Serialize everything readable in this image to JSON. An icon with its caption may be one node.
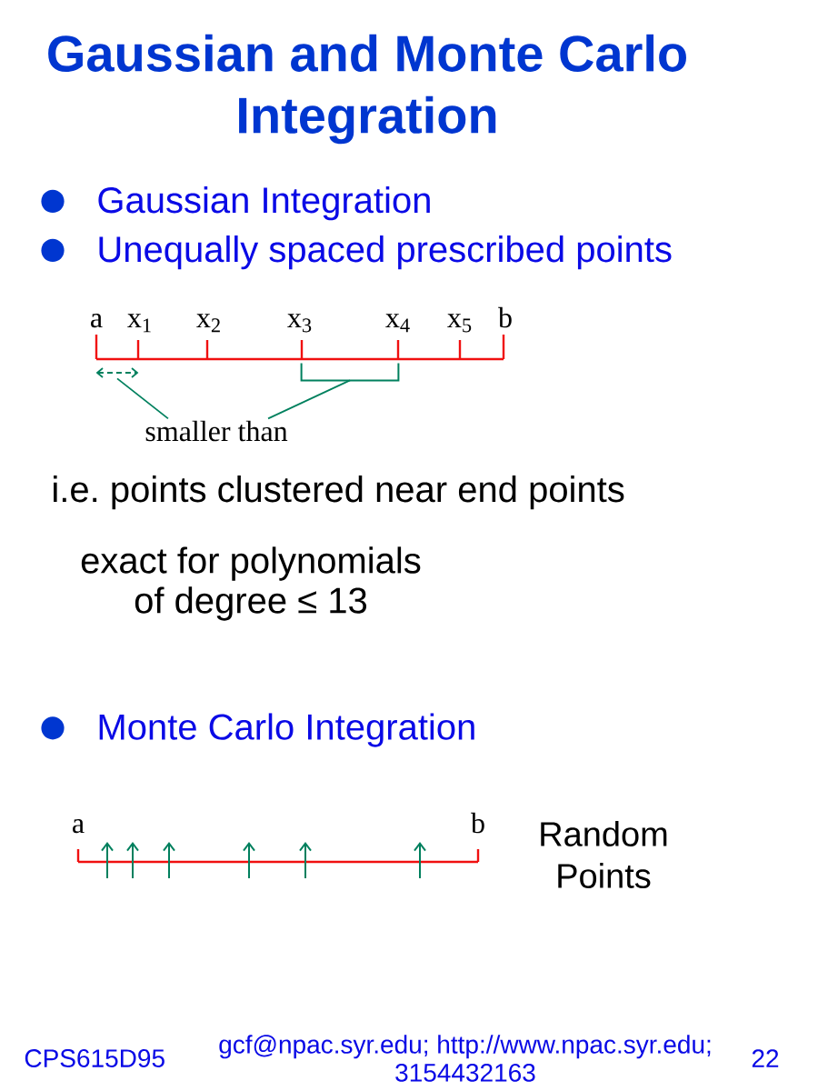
{
  "diagram": {
    "title": "Gaussian and Monte Carlo Integration",
    "nodes": [
      {
        "text": [],
        "shape": "arrow"
      },
      {
        "text": [],
        "shape": "bracket"
      },
      {
        "text": [
          "smaller than"
        ]
      }
    ],
    "edges": [
      {
        "from": 2,
        "to": 0,
        "arrow": "none"
      },
      {
        "from": 2,
        "to": 1,
        "arrow": "none"
      }
    ],
    "labels": [
      "Gaussian Integration",
      "Unequally spaced prescribed points",
      "a",
      "x$_{1}$",
      "x$_{2}$",
      "x$_{3}$",
      "x$_{4}$",
      "x$_{5}$",
      "b",
      "i.e. points clustered near end points",
      "exact for polynomials of degree ≤ 13",
      "Monte Carlo Integration",
      "a",
      "b",
      "Random Points",
      "CPS615D95",
      "gcf@npac.syr.edu; http://www.npac.syr.edu; 3154432163",
      "22"
    ]
  }
}
